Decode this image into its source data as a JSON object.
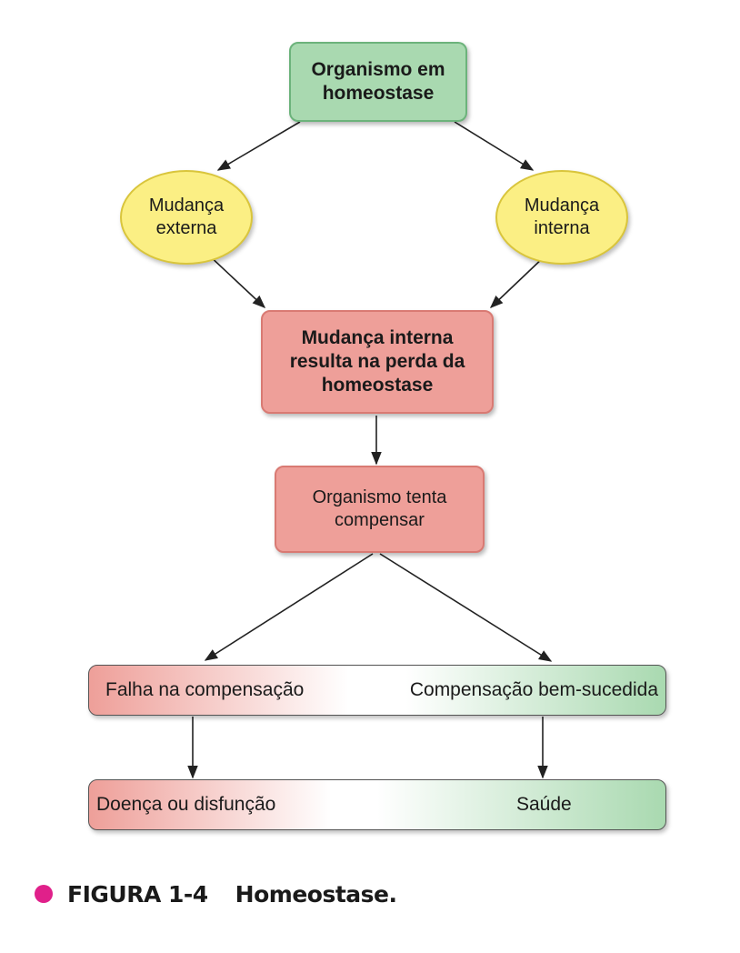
{
  "nodes": {
    "top": "Organismo em homeostase",
    "external_change": "Mudança externa",
    "internal_change": "Mudança interna",
    "loss": "Mudança interna resulta na perda da homeostase",
    "compensate": "Organismo tenta compensar"
  },
  "bars": {
    "compensation": {
      "left": "Falha na compensação",
      "right": "Compensação bem-sucedida"
    },
    "outcome": {
      "left": "Doença ou disfunção",
      "right": "Saúde"
    }
  },
  "caption": {
    "figure": "FIGURA 1-4",
    "title": "Homeostase."
  },
  "colors": {
    "green_box": "#a9d9b0",
    "yellow_ellipse": "#fbef84",
    "red_box": "#ee9f99",
    "caption_dot": "#e0208a"
  }
}
